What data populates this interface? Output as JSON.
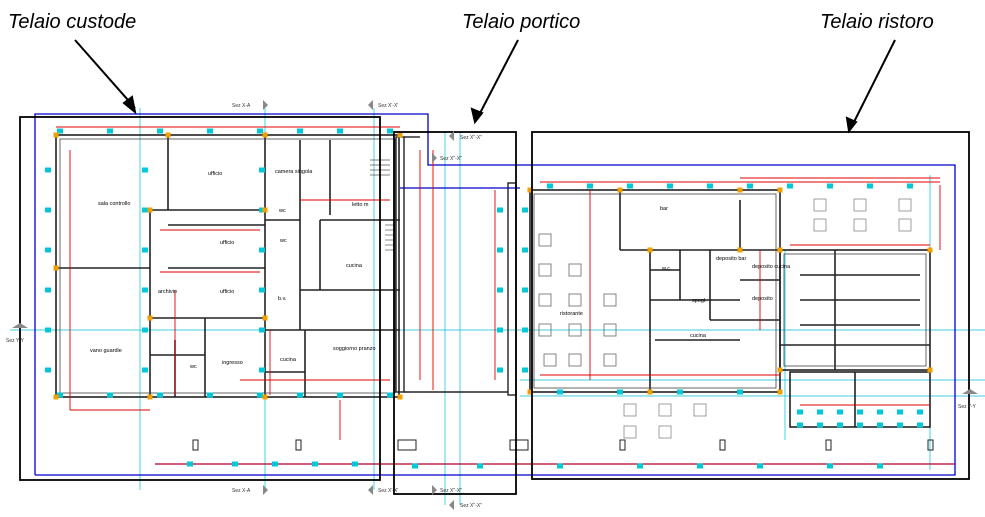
{
  "callouts": {
    "custode": "Telaio custode",
    "portico": "Telaio portico",
    "ristoro": "Telaio ristoro"
  },
  "sections": {
    "xa_top": "Sez X-A",
    "xa2_top": "Sez X'-X'",
    "xx_portico_1": "Sez X''-X''",
    "xx_portico_2": "Sez X''-X''",
    "xy_left": "Sez Y-Y",
    "xy_right": "Sez Y-Y",
    "xa_bottom": "Sez X-A",
    "xa2_bottom": "Sez X'-X'",
    "xx_bottom_1": "Sez X''-X''",
    "xx_bottom_2": "Sez X''-X''"
  },
  "rooms": {
    "sala_controllo": "sala controllo",
    "ufficio_1": "ufficio",
    "ufficio_2": "ufficio",
    "ufficio_3": "ufficio",
    "camera_singola": "camera singola",
    "letto_m": "letto m",
    "wc_1": "wc",
    "wc_2": "wc",
    "cucina_1": "cucina",
    "bagno": "b.v.",
    "archivio": "archivio",
    "vano_guardie": "vano guardie",
    "ingresso": "ingresso",
    "wc_3": "wc",
    "cucina_2": "cucina",
    "soggiorno_pranzo": "soggiorno pranzo",
    "bar": "bar",
    "wc_r": "w.c.",
    "deposito_bar": "deposito bar",
    "deposito_cucina": "deposito cucina",
    "spogl": "spogl.",
    "deposito": "deposito",
    "ristorante": "ristorante",
    "cucina_r": "cucina"
  },
  "colors": {
    "wall": "#222222",
    "dimension": "#e00000",
    "column": "#00c8d8",
    "section_line": "#0000cc",
    "grid_axis": "#00bcd4",
    "frame": "#000000",
    "furniture": "#555555",
    "hatch": "#f0a000"
  }
}
